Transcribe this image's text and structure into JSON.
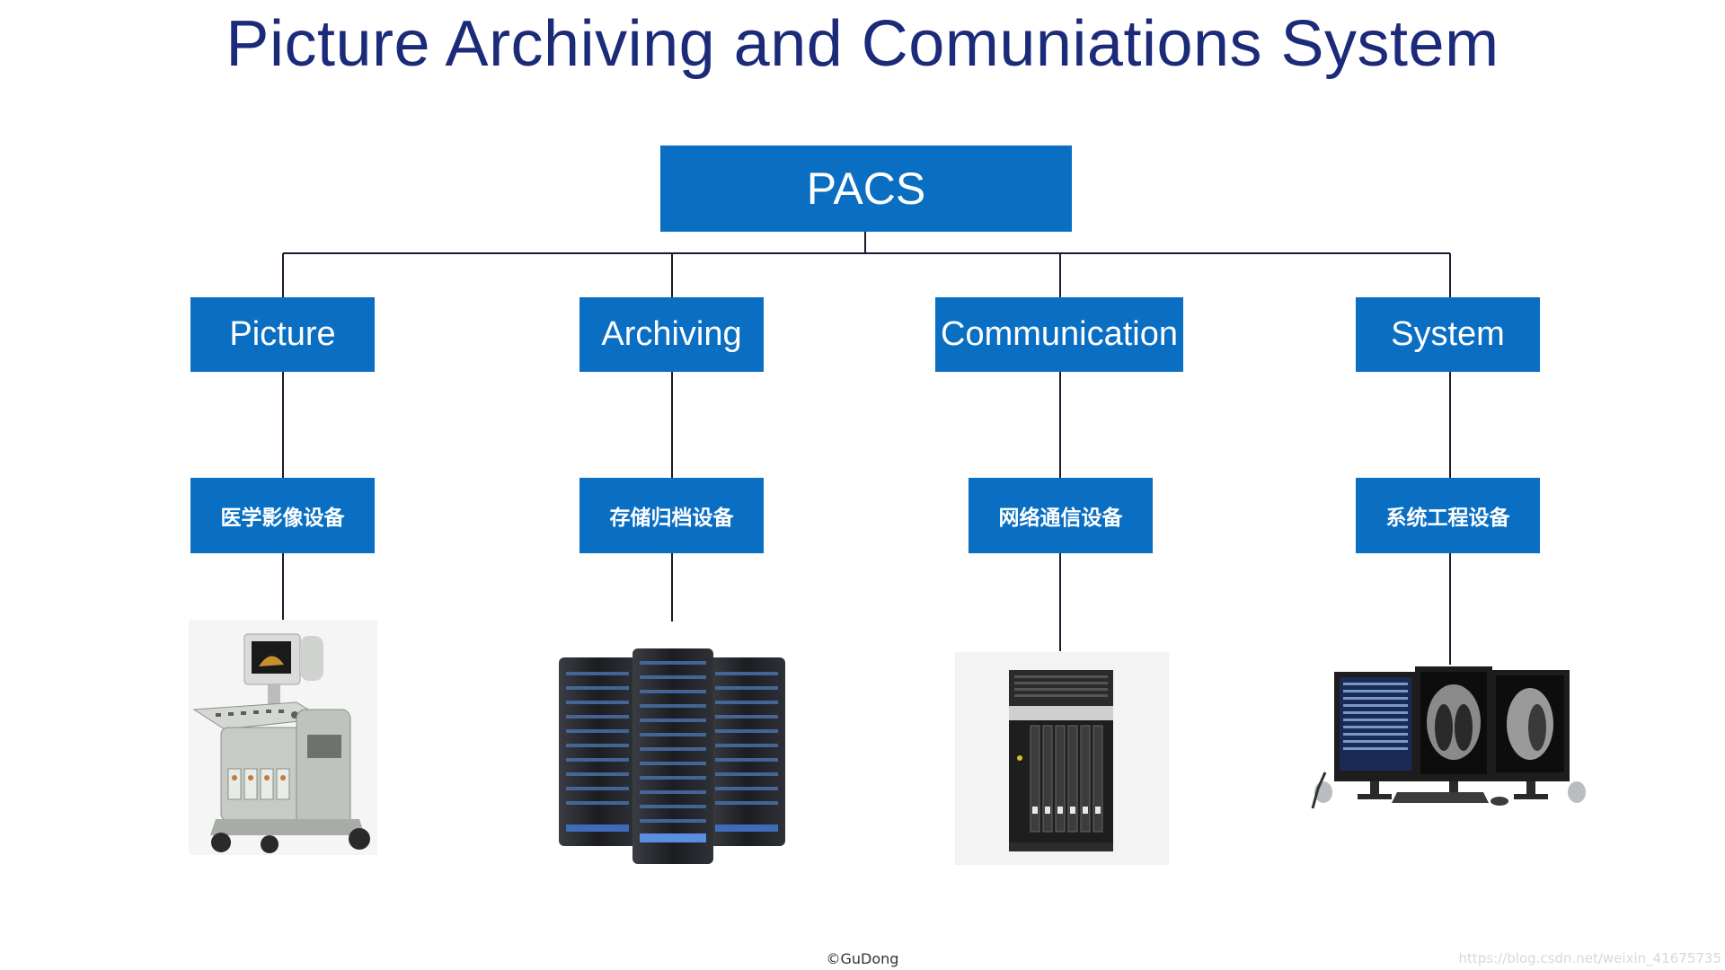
{
  "title": "Picture Archiving and Comuniations System",
  "root": {
    "label": "PACS"
  },
  "categories": [
    {
      "label": "Picture",
      "sublabel": "医学影像设备",
      "image": "ultrasound-machine"
    },
    {
      "label": "Archiving",
      "sublabel": "存储归档设备",
      "image": "server-racks"
    },
    {
      "label": "Communication",
      "sublabel": "网络通信设备",
      "image": "network-switch-chassis"
    },
    {
      "label": "System",
      "sublabel": "系统工程设备",
      "image": "radiology-workstation"
    }
  ],
  "footer": {
    "credit": "©GuDong",
    "watermark": "https://blog.csdn.net/weixin_41675735"
  },
  "colors": {
    "box": "#0a6fc2",
    "title": "#1c2a7a",
    "line": "#1a1a2e"
  }
}
